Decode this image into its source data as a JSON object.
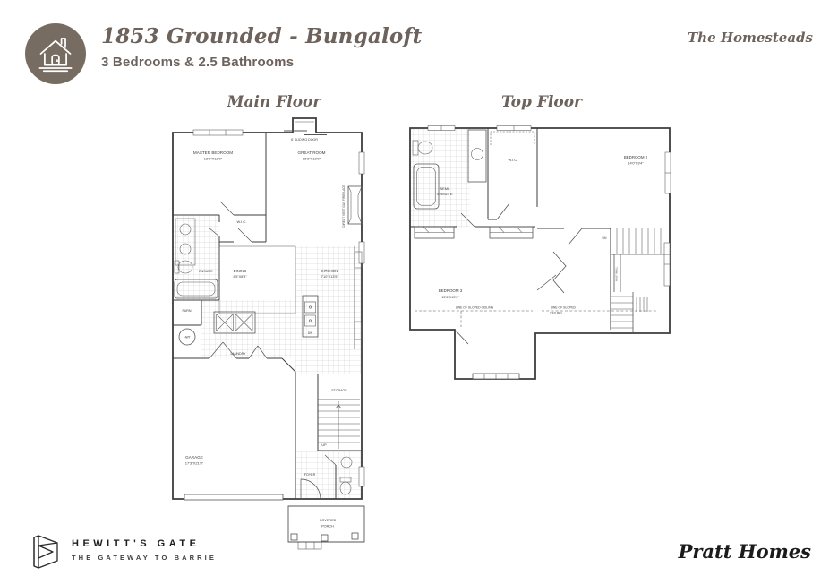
{
  "header": {
    "title": "1853 Grounded - Bungaloft",
    "subtitle": "3 Bedrooms & 2.5 Bathrooms",
    "collection": "The Homesteads"
  },
  "main_floor": {
    "title": "Main Floor",
    "labels": {
      "sliding_door": "6' SLIDING DOOR",
      "master_name": "MASTER BEDROOM",
      "master_dims": "12'6\"X12'0\"",
      "great_name": "GREAT ROOM",
      "great_dims": "13'3\"X13'0\"",
      "fireplace": "DIRECT VENT GAS FIREPLACE",
      "wic": "W.I.C.",
      "ensuite": "ENSUITE",
      "dining_name": "DINING",
      "dining_dims": "8'5\"X8'8\"",
      "kitchen_name": "KITCHEN",
      "kitchen_dims": "7'10\"X13'5\"",
      "furn": "FURN.",
      "hwt": "HWT",
      "dw": "DW",
      "laundry": "LAUNDRY",
      "storage": "STORAGE",
      "up": "UP",
      "foyer": "FOYER",
      "garage_name": "GARAGE",
      "garage_dims": "17'3\"X21'8\"",
      "porch_1": "COVERED",
      "porch_2": "PORCH"
    }
  },
  "top_floor": {
    "title": "Top Floor",
    "labels": {
      "semi_1": "SEMI-",
      "semi_2": "ENSUITE",
      "wic": "W.I.C.",
      "bedroom2_name": "BEDROOM 2",
      "bedroom2_dims": "14'0\"X9'4\"",
      "bedroom3_name": "BEDROOM 3",
      "bedroom3_dims": "12'8\"X15'0\"",
      "sloped_left": "LINE OF SLOPED CEILING",
      "sloped_right_1": "LINE OF SLOPED",
      "sloped_right_2": "CEILING",
      "dn": "DN",
      "half_wall": "HALF WALL"
    }
  },
  "footer": {
    "community": "HEWITT'S GATE",
    "tagline": "THE GATEWAY TO BARRIE",
    "builder": "Pratt Homes"
  },
  "colors": {
    "brand_text": "#6D635C",
    "badge_bg": "#776C62",
    "plan_line": "#3C3C3C"
  }
}
